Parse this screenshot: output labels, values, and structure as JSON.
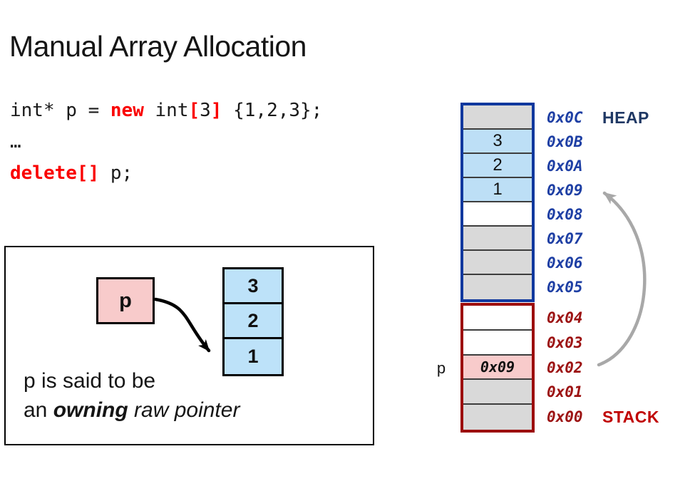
{
  "slide": {
    "title": "Manual Array Allocation"
  },
  "code": {
    "line1": [
      "int* p = ",
      "new",
      " int",
      "[",
      "3",
      "]",
      " {1,2,3};"
    ],
    "line2": "…",
    "line3": [
      "delete[]",
      " p;"
    ]
  },
  "note_box": {
    "pointer_label": "p",
    "array_values": [
      "3",
      "2",
      "1"
    ],
    "caption_line1": "p is said to be",
    "caption_line2": [
      "an ",
      "owning",
      " raw pointer"
    ]
  },
  "memory": {
    "heap": {
      "region_label": "HEAP",
      "cells": [
        {
          "addr": "0x0C",
          "value": "",
          "fill": "gray"
        },
        {
          "addr": "0x0B",
          "value": "3",
          "fill": "blue"
        },
        {
          "addr": "0x0A",
          "value": "2",
          "fill": "blue"
        },
        {
          "addr": "0x09",
          "value": "1",
          "fill": "blue"
        },
        {
          "addr": "0x08",
          "value": "",
          "fill": "white"
        },
        {
          "addr": "0x07",
          "value": "",
          "fill": "gray"
        },
        {
          "addr": "0x06",
          "value": "",
          "fill": "gray"
        },
        {
          "addr": "0x05",
          "value": "",
          "fill": "gray"
        }
      ]
    },
    "stack": {
      "region_label": "STACK",
      "pointer_name": "p",
      "cells": [
        {
          "addr": "0x04",
          "value": "",
          "fill": "white"
        },
        {
          "addr": "0x03",
          "value": "",
          "fill": "white"
        },
        {
          "addr": "0x02",
          "value": "0x09",
          "fill": "pink"
        },
        {
          "addr": "0x01",
          "value": "",
          "fill": "gray"
        },
        {
          "addr": "0x00",
          "value": "",
          "fill": "gray"
        }
      ]
    }
  },
  "colors": {
    "code_keyword_red": "#FA0000",
    "heap_border_blue": "#10389E",
    "heap_address_blue": "#1E3FA4",
    "heap_label_navy": "#1F3864",
    "stack_border_red": "#9C0B0B",
    "stack_address_red": "#9C1212",
    "stack_label_red": "#C00000",
    "cell_gray": "#D9D9D9",
    "cell_blue": "#BDDFF6",
    "cell_pink": "#F8CBCB",
    "arrow_gray": "#A8A8A8",
    "arrow_black": "#000000"
  }
}
